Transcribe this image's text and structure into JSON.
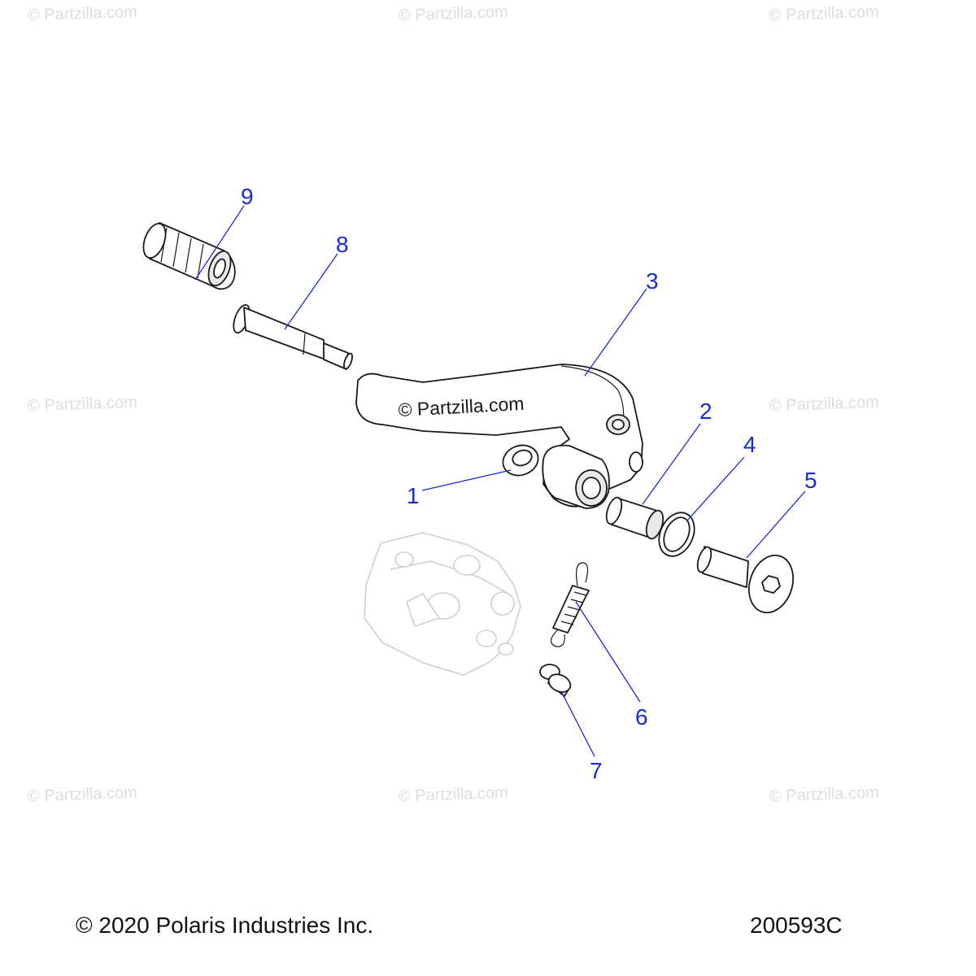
{
  "watermarks": {
    "text": "© Partzilla.com",
    "center_text": "© Partzilla.com"
  },
  "callouts": [
    "1",
    "2",
    "3",
    "4",
    "5",
    "6",
    "7",
    "8",
    "9"
  ],
  "footer": {
    "copyright": "© 2020 Polaris Industries Inc.",
    "diagram_number": "200593C"
  },
  "colors": {
    "callout": "#1a2bd6",
    "line_art": "#1a1a1a",
    "ghost_part": "#cfcfcf",
    "watermark": "#dddddd"
  }
}
